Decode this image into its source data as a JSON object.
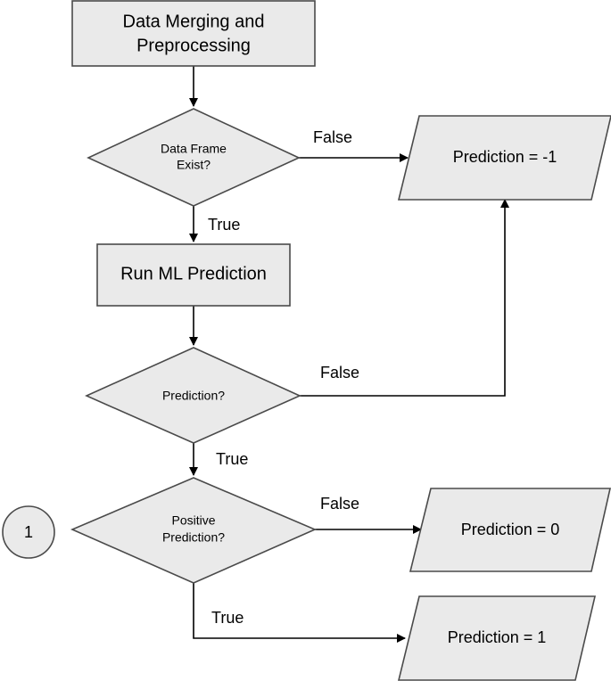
{
  "nodes": {
    "merge": {
      "line1": "Data Merging and",
      "line2": "Preprocessing"
    },
    "df_exist": {
      "line1": "Data Frame",
      "line2": "Exist?"
    },
    "pred_neg1": {
      "label": "Prediction =  -1"
    },
    "run_ml": {
      "label": "Run ML Prediction"
    },
    "prediction_q": {
      "label": "Prediction?"
    },
    "connector": {
      "label": "1"
    },
    "positive_q": {
      "line1": "Positive",
      "line2": "Prediction?"
    },
    "pred_0": {
      "label": "Prediction =  0"
    },
    "pred_1": {
      "label": "Prediction =  1"
    }
  },
  "edges": {
    "df_false": "False",
    "df_true": "True",
    "pq_false": "False",
    "pq_true": "True",
    "pos_false": "False",
    "pos_true": "True"
  },
  "colors": {
    "fill": "#eaeaea",
    "stroke": "#4a4a4a"
  }
}
